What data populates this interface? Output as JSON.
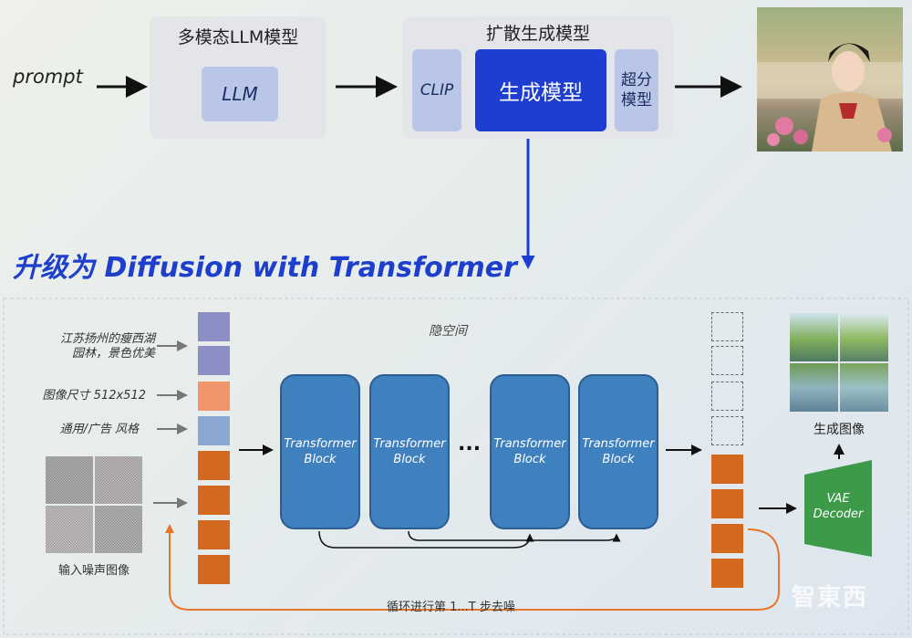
{
  "top": {
    "prompt": "prompt",
    "llm_card_title": "多模态LLM模型",
    "llm_box": "LLM",
    "diffusion_card_title": "扩散生成模型",
    "clip_box": "CLIP",
    "gen_box": "生成模型",
    "sr_box_line1": "超分",
    "sr_box_line2": "模型"
  },
  "headline": "升级为 Diffusion with Transformer",
  "bottom": {
    "latent_space": "隐空间",
    "inputs": [
      {
        "line1": "江苏扬州的瘦西湖",
        "line2": "园林，景色优美"
      },
      {
        "line1": "图像尺寸 512x512",
        "line2": ""
      },
      {
        "line1": "通用/广告 风格",
        "line2": ""
      }
    ],
    "noise_label": "输入噪声图像",
    "blocks": [
      {
        "line1": "Transformer",
        "line2": "Block"
      },
      {
        "line1": "Transformer",
        "line2": "Block"
      },
      {
        "line1": "Transformer",
        "line2": "Block"
      },
      {
        "line1": "Transformer",
        "line2": "Block"
      }
    ],
    "ellipsis": "...",
    "vae_line1": "VAE",
    "vae_line2": "Decoder",
    "output_label": "生成图像",
    "loop_label": "循环进行第 1...T 步去噪"
  },
  "watermark": "智東西",
  "colors": {
    "gen_blue": "#1e3ed1",
    "soft_blue": "#b9c6e7",
    "block_blue": "#3f80bf",
    "token_orange": "#d2691e",
    "token_purple": "#8c8fc6",
    "token_peach": "#f0956a",
    "token_lightblue": "#8aa8d2",
    "vae_green": "#3d9a48",
    "loop_orange": "#e7762b",
    "headline_blue": "#1d3fcc"
  }
}
